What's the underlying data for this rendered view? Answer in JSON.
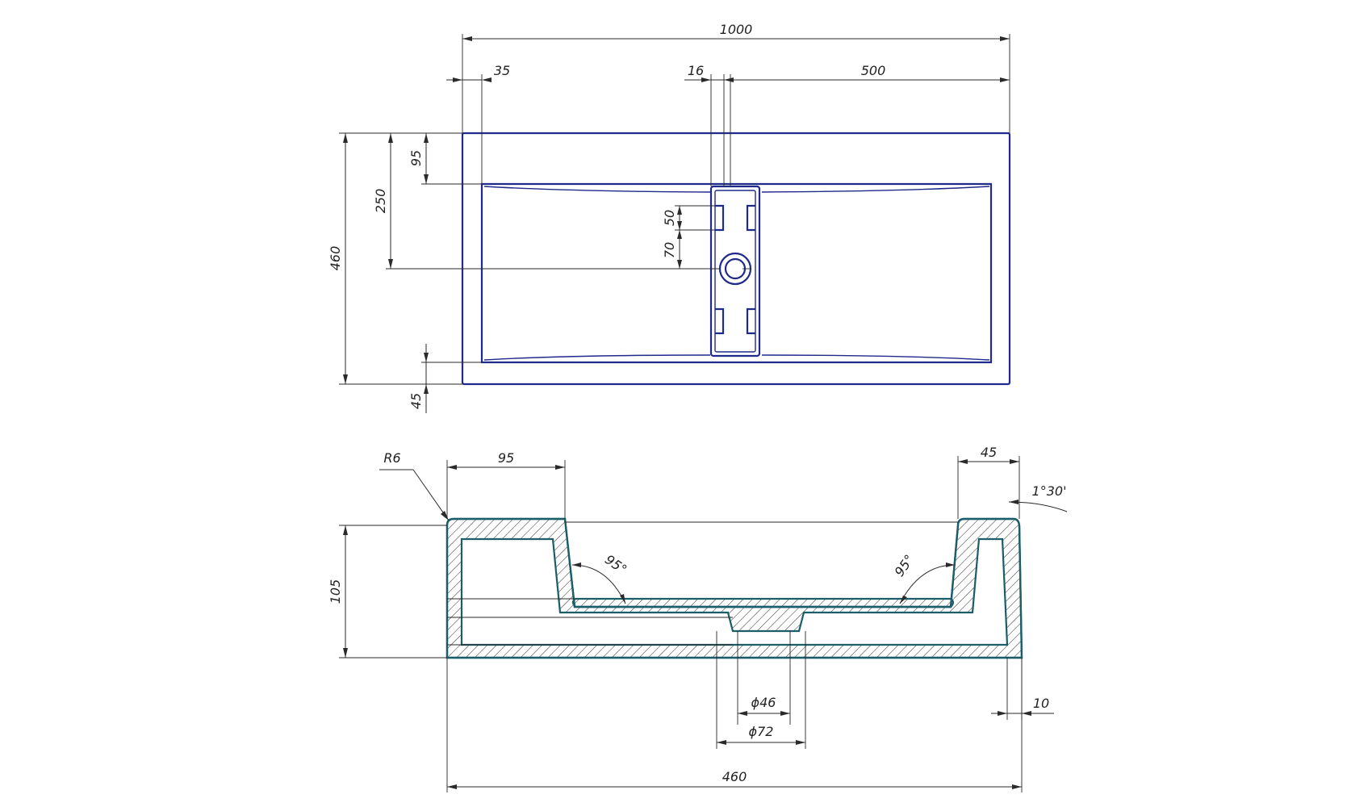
{
  "plan_view": {
    "dims": {
      "overall_width": "1000",
      "rim_offset": "35",
      "drain_slot_width": "16",
      "half_width": "500",
      "back_rim": "95",
      "drain_center": "250",
      "depth": "460",
      "slot_spacing": "50",
      "slot_to_drain": "70",
      "front_rim": "45"
    }
  },
  "section_view": {
    "dims": {
      "corner_radius": "R6",
      "back_rim": "95",
      "front_rim": "45",
      "draft_angle": "1°30'",
      "height": "105",
      "left_angle": "95°",
      "right_angle": "95°",
      "drain_inner": "ϕ46",
      "drain_outer": "ϕ72",
      "wall": "10",
      "depth": "460"
    }
  },
  "colors": {
    "plan_outline": "#1f2a8a",
    "section_outline": "#1b5e6a",
    "dimension": "#2a2a2a"
  }
}
